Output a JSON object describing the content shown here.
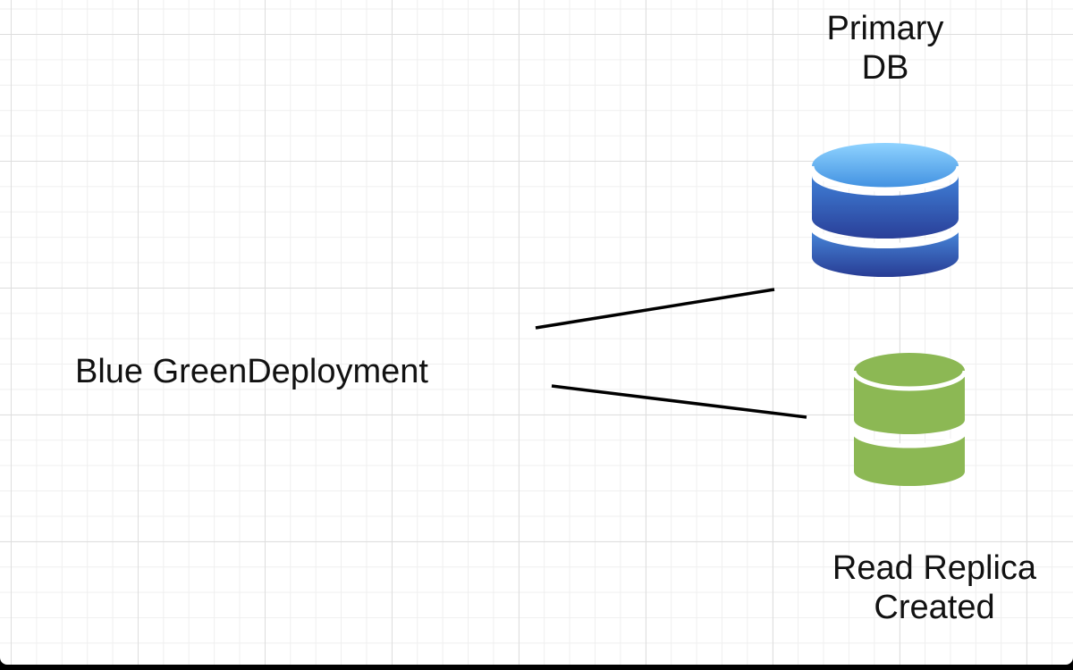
{
  "diagram": {
    "deployment": {
      "label": "Blue GreenDeployment"
    },
    "primary_db": {
      "label_line1": "Primary",
      "label_line2": "DB",
      "icon": "database-icon",
      "color_top": "#5aa9f0",
      "color_bottom": "#2a4aa6"
    },
    "read_replica": {
      "label_line1": "Read Replica",
      "label_line2": "Created",
      "icon": "database-icon",
      "color": "#8cb854"
    },
    "connections": [
      {
        "from": "deployment",
        "to": "primary_db"
      },
      {
        "from": "deployment",
        "to": "read_replica"
      }
    ],
    "colors": {
      "line": "#000000",
      "grid_major": "#dedede",
      "grid_minor": "#efefef",
      "background": "#ffffff"
    }
  }
}
